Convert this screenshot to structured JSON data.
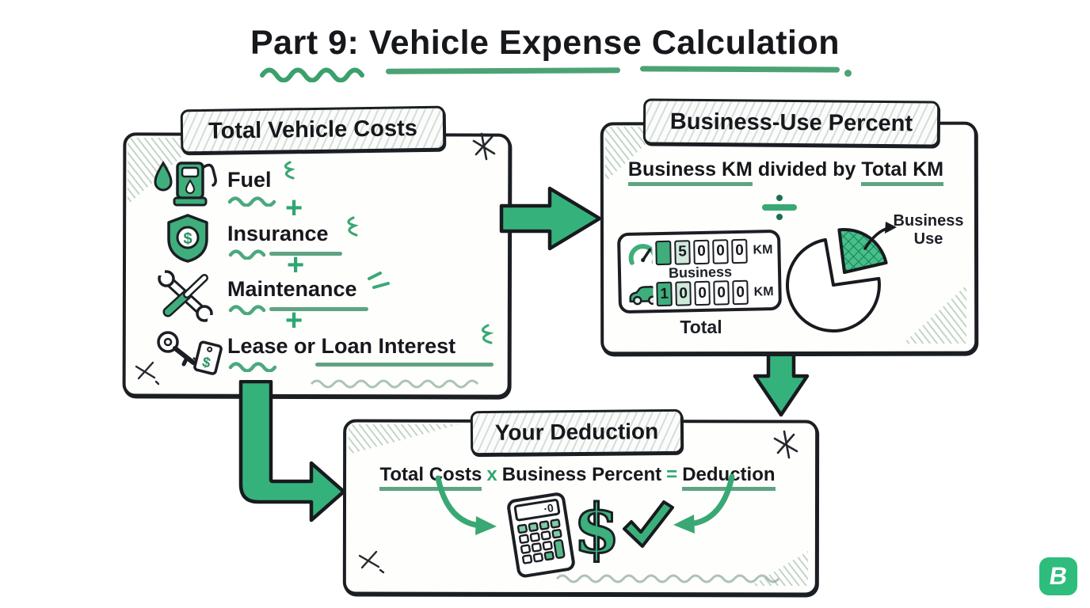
{
  "colors": {
    "accent_green": "#35ae78",
    "bright_green": "#2ebd7c",
    "muted_underline_green": "#5fa382",
    "ink": "#1b1e22"
  },
  "title": {
    "text": "Part 9: Vehicle Expense Calculation"
  },
  "total_costs": {
    "header": "Total Vehicle Costs",
    "plus": "+",
    "items": [
      {
        "icon": "fuel-pump-icon",
        "label": "Fuel"
      },
      {
        "icon": "shield-dollar-icon",
        "label": "Insurance"
      },
      {
        "icon": "tools-icon",
        "label": "Maintenance"
      },
      {
        "icon": "key-tag-icon",
        "label": "Lease or Loan Interest"
      }
    ]
  },
  "business_use": {
    "header": "Business-Use Percent",
    "formula": {
      "part1": "Business KM",
      "part2": " divided by ",
      "part3": "Total KM"
    },
    "divide_symbol": "÷",
    "odometer": {
      "business": {
        "digits": [
          "",
          "5",
          "0",
          "0",
          "0"
        ],
        "unit": "KM",
        "label": "Business"
      },
      "total": {
        "digits": [
          "1",
          "0",
          "0",
          "0",
          "0"
        ],
        "unit": "KM",
        "label": "Total"
      }
    },
    "pie": {
      "callout": "Business Use",
      "business_slice_percent": 25
    }
  },
  "deduction": {
    "header": "Your Deduction",
    "formula": {
      "a": "Total Costs",
      "times": "x",
      "b": "Business Percent",
      "equals": "=",
      "c": "Deduction"
    },
    "dollar": "$"
  },
  "calculator": {
    "display": "·0"
  },
  "logo": {
    "letter": "B"
  }
}
